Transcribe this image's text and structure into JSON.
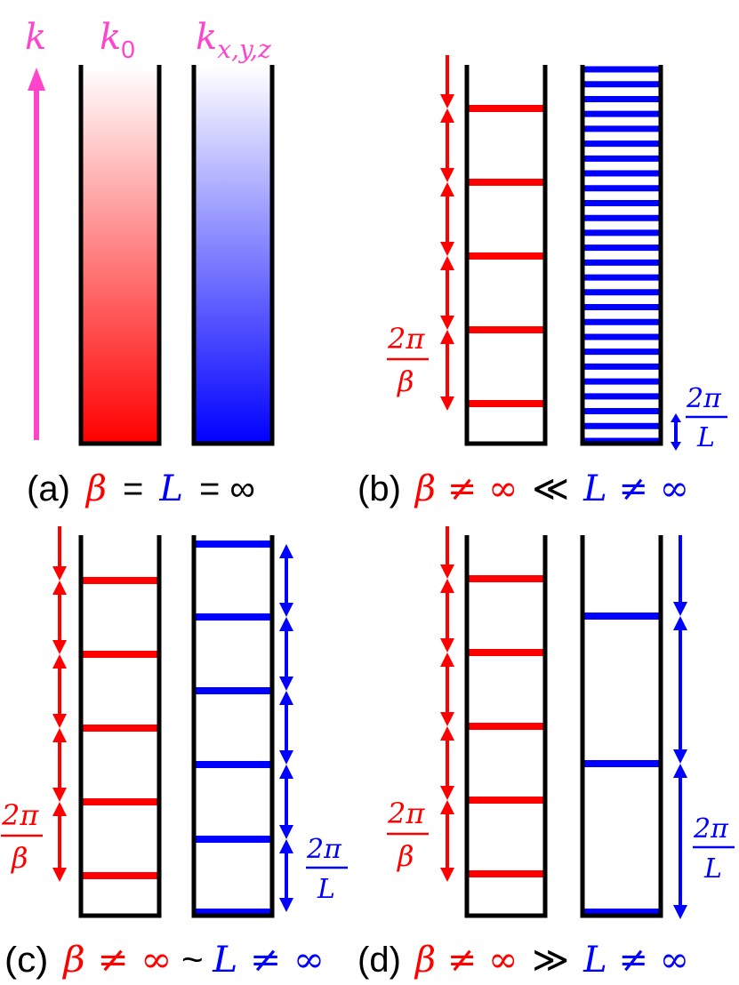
{
  "colors": {
    "red": "#ff0000",
    "blue": "#0000ff",
    "magenta": "#ff44cc",
    "black": "#000000"
  },
  "axis_labels": {
    "k": "k",
    "k0": "k",
    "k0_sub": "0",
    "kxyz": "k",
    "kxyz_sub": "x,y,z"
  },
  "fractions": {
    "beta_num": "2π",
    "beta_den": "β",
    "L_num": "2π",
    "L_den": "L"
  },
  "panels": {
    "a": {
      "label": "(a)",
      "rel_beta": "β",
      "eq1": "=",
      "rel_L": "L",
      "eq2": "= ∞"
    },
    "b": {
      "label": "(b)",
      "beta_part": "β ≠ ∞",
      "relation": "≪",
      "L_part": "L ≠ ∞",
      "red_levels": 5,
      "blue_levels": 26
    },
    "c": {
      "label": "(c)",
      "beta_part": "β ≠ ∞",
      "relation": "~",
      "L_part": "L ≠ ∞",
      "red_levels": 5,
      "blue_levels": 6
    },
    "d": {
      "label": "(d)",
      "beta_part": "β ≠ ∞",
      "relation": "≫",
      "L_part": "L ≠ ∞",
      "red_levels": 5,
      "blue_levels": 3
    }
  }
}
